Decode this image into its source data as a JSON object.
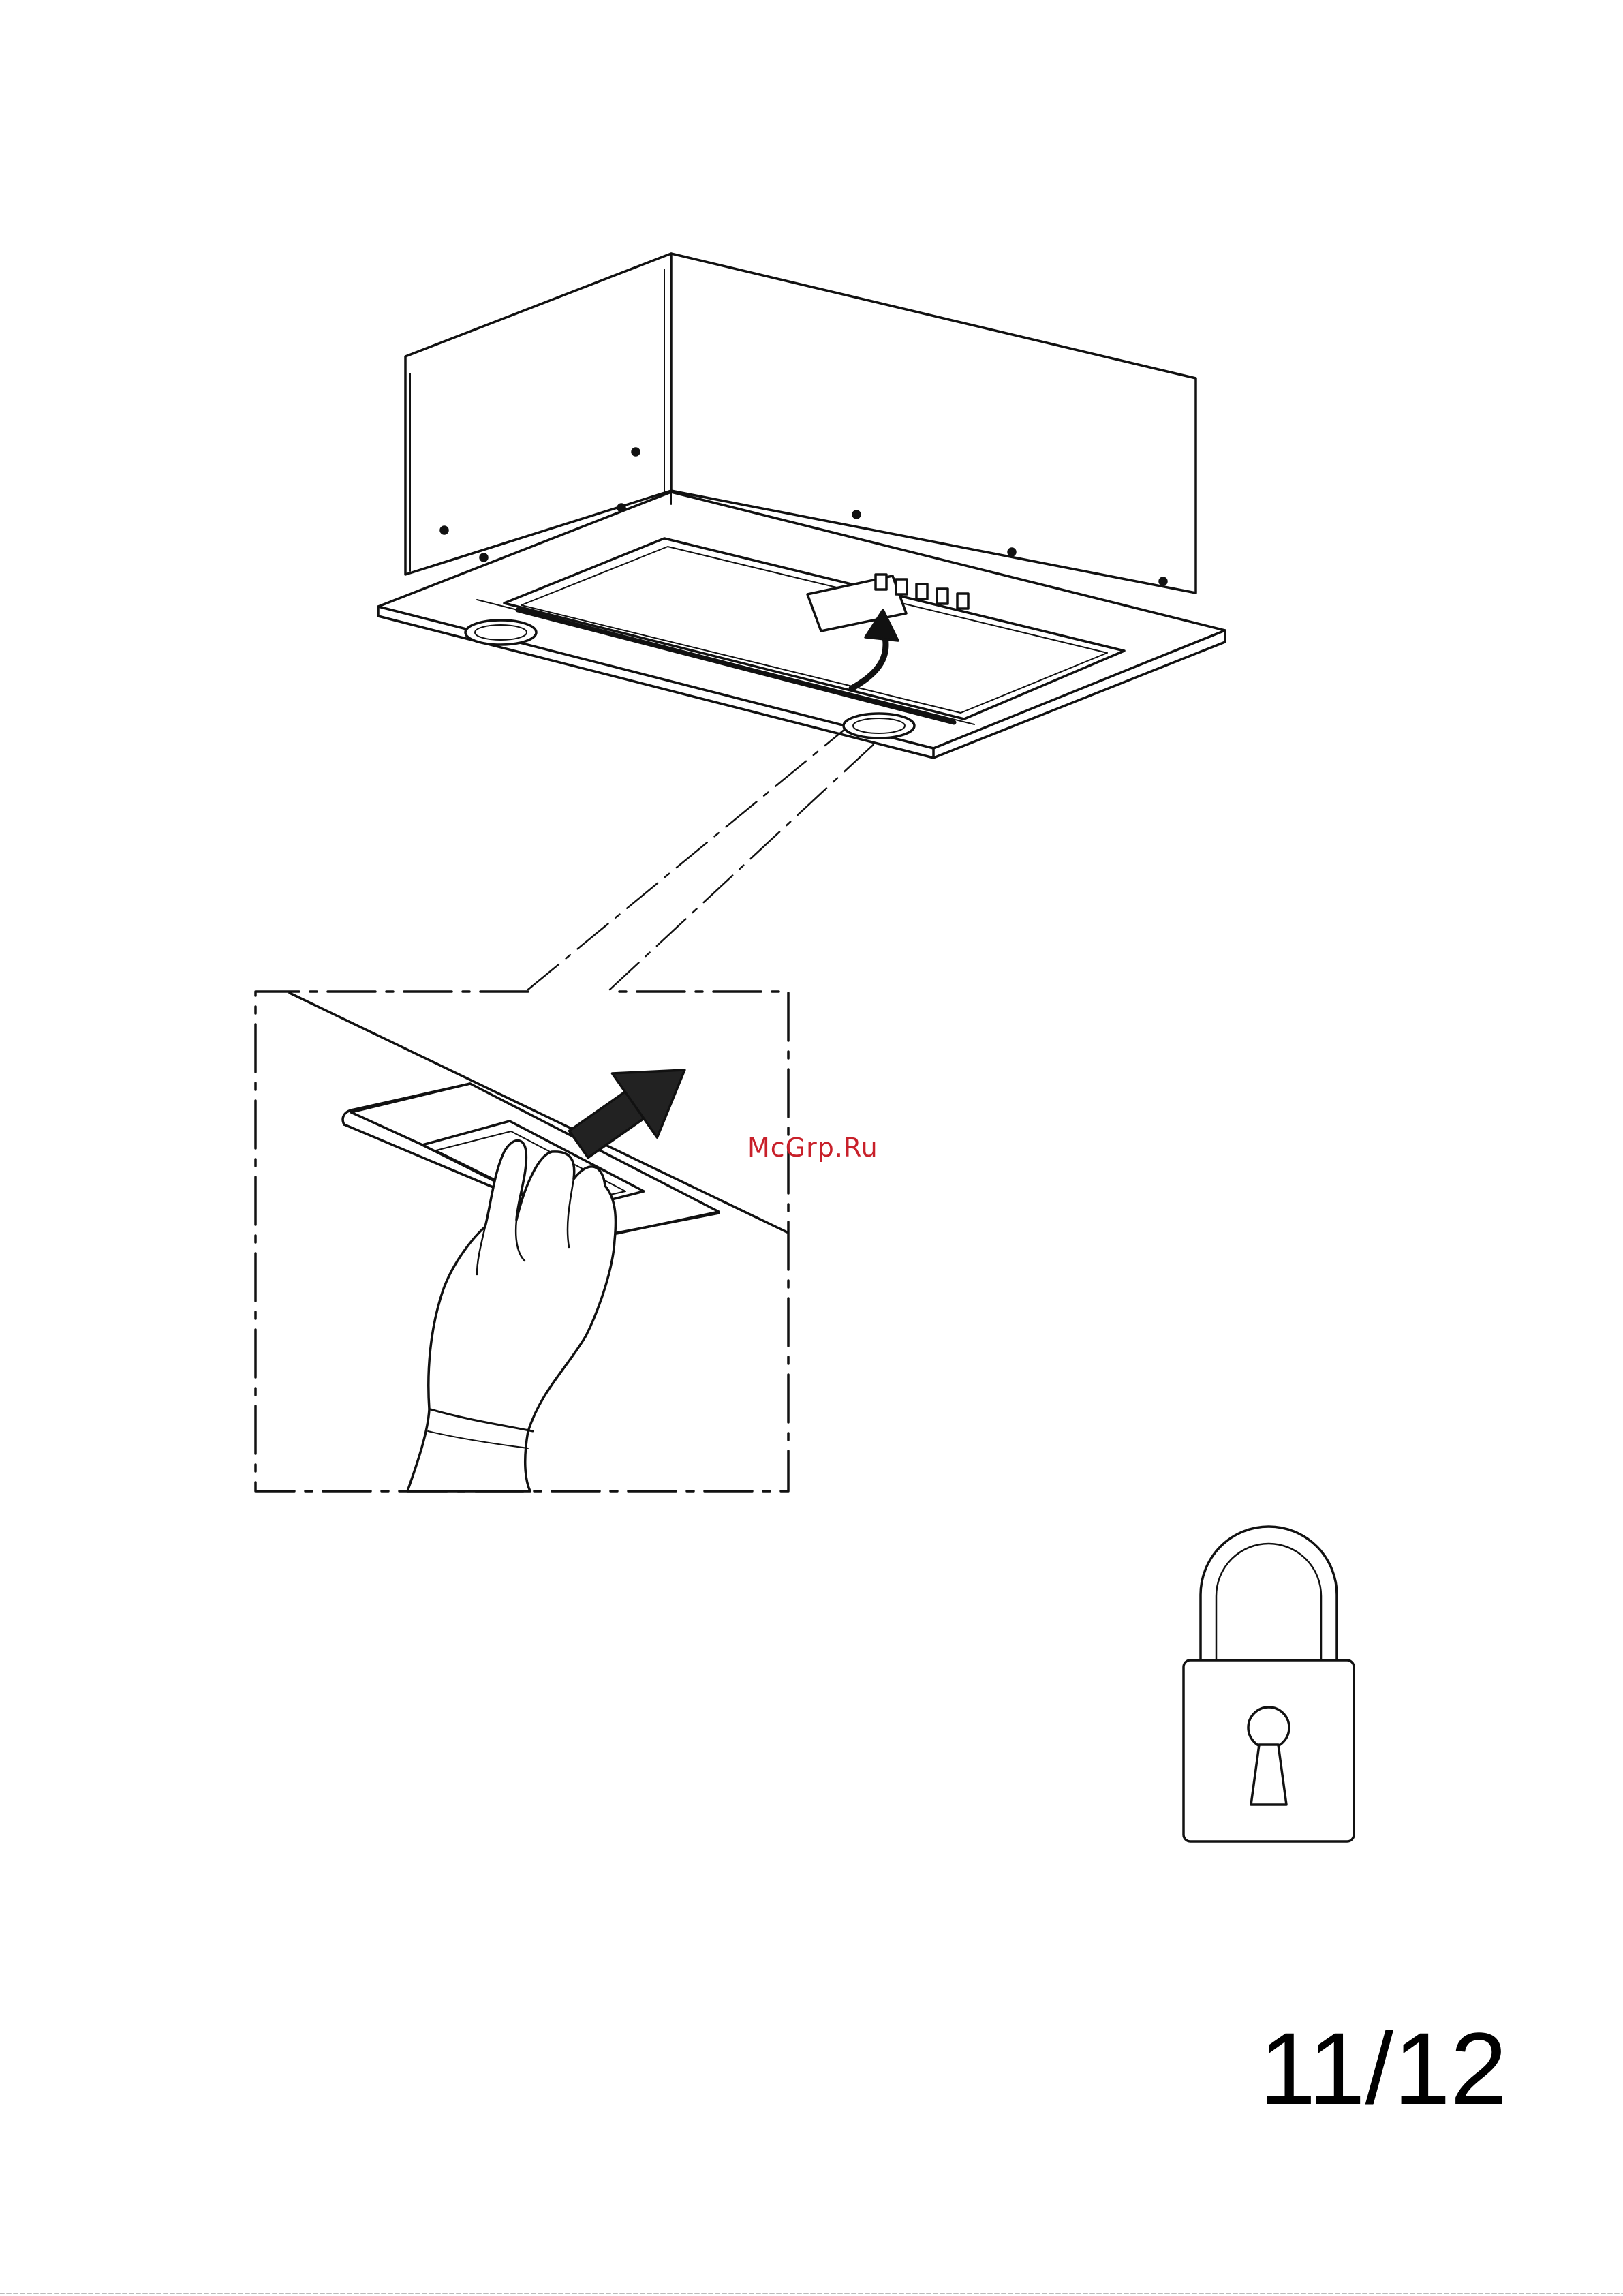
{
  "page": {
    "page_number": "11/12"
  },
  "watermark": {
    "text": "McGrp.Ru",
    "color": "#c8202a"
  },
  "icons": {
    "hood": "range-hood-icon",
    "detail": "filter-release-detail",
    "lock": "padlock-icon"
  }
}
